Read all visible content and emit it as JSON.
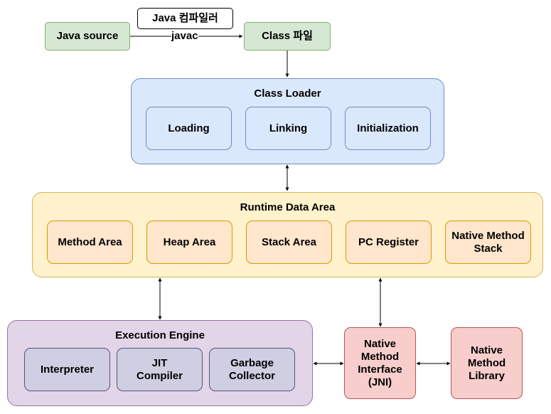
{
  "top": {
    "java_source": "Java source",
    "compiler": "Java 컴파일러",
    "javac": "javac",
    "class_file": "Class 파일"
  },
  "class_loader": {
    "title": "Class Loader",
    "items": [
      "Loading",
      "Linking",
      "Initialization"
    ]
  },
  "runtime": {
    "title": "Runtime Data Area",
    "items": [
      "Method Area",
      "Heap Area",
      "Stack Area",
      "PC Register",
      "Native Method Stack"
    ]
  },
  "engine": {
    "title": "Execution Engine",
    "items": [
      "Interpreter",
      "JIT Compiler",
      "Garbage Collector"
    ]
  },
  "jni": "Native Method Interface (JNI)",
  "native_library": "Native Method Library",
  "colors": {
    "green": "#d5e8d4",
    "blue": "#dae8fc",
    "yellow": "#fff2cc",
    "orange": "#ffe6cc",
    "purple": "#e1d5e7",
    "gray": "#d0cee2",
    "red": "#f8cecc"
  }
}
